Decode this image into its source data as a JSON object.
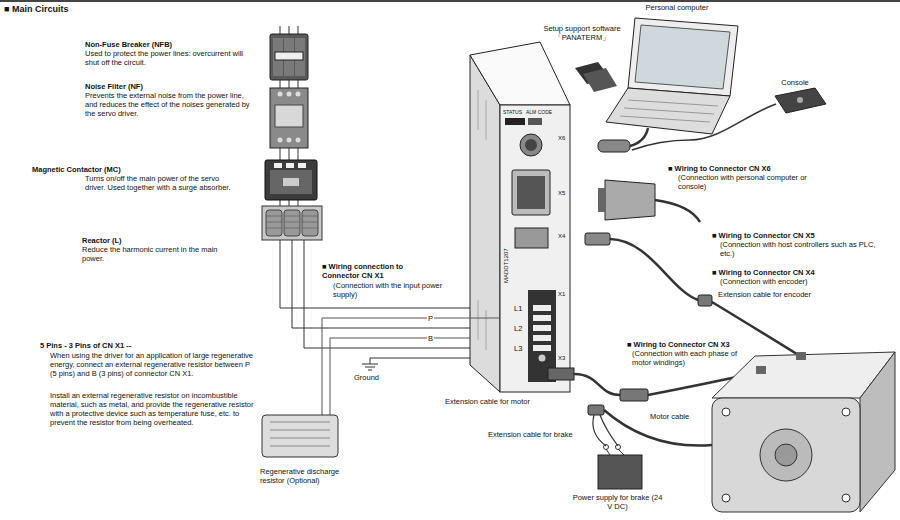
{
  "diagram": {
    "title": "■ Main Circuits",
    "nodes": [
      {
        "text": [
          "STATUS",
          "ALM CODE",
          "X6",
          "X5",
          "X4",
          "X3",
          "X1",
          "MADDT1207"
        ]
      },
      {
        "text": [
          "Regenerative discharge resistor (Optional)"
        ]
      },
      {
        "text": [
          "Power supply for brake (24 V DC)"
        ]
      },
      {
        "text": [
          "Personal computer"
        ]
      },
      {
        "text": [
          "Console"
        ]
      }
    ],
    "edges": [
      {
        "from": 1,
        "to": 0,
        "arrow": "none"
      }
    ],
    "labels": [
      "Non-Fuse Breaker (NFB)",
      "Used to protect the power lines: overcurrent will shut off the circuit.",
      "Noise Filter (NF)",
      "Prevents the external noise from the power line, and reduces the effect of the noises generated by the servo driver.",
      "Magnetic Contactor (MC)",
      "Turns on/off the main power of the servo driver. Used together with a surge absorber.",
      "Reactor (L)",
      "Reduce the harmonic current in the main power.",
      "■ Wiring connection to Connector CN X1",
      "(Connection with the input power supply)",
      "5 Pins - 3 Pins of CN X1 --",
      "When using the driver for an application of large regenerative energy, connect an external regenerative resistor between P (5 pins) and B (3 pins) of connector CN X1.",
      "Install an external regenerative resistor on incombustible material, such as metal, and provide the regenerative resistor with a protective device such as temperature fuse, etc. to prevent the resistor from being overheated.",
      "L1",
      "P",
      "L2",
      "B",
      "L3",
      "Ground",
      "Extension cable for motor",
      "Setup support software 「PANATERM」",
      "■ Wiring to Connector CN X6",
      "(Connection with personal computer or console)",
      "■ Wiring to Connector CN X5",
      "(Connection with host controllers such as PLC, etc.)",
      "■ Wiring to Connector CN X4",
      "(Connection with encoder)",
      "Extension cable for encoder",
      "■ Wiring to Connector CN X3",
      "(Connection with each phase of motor windings)",
      "Extension cable for brake",
      "Motor cable"
    ]
  }
}
